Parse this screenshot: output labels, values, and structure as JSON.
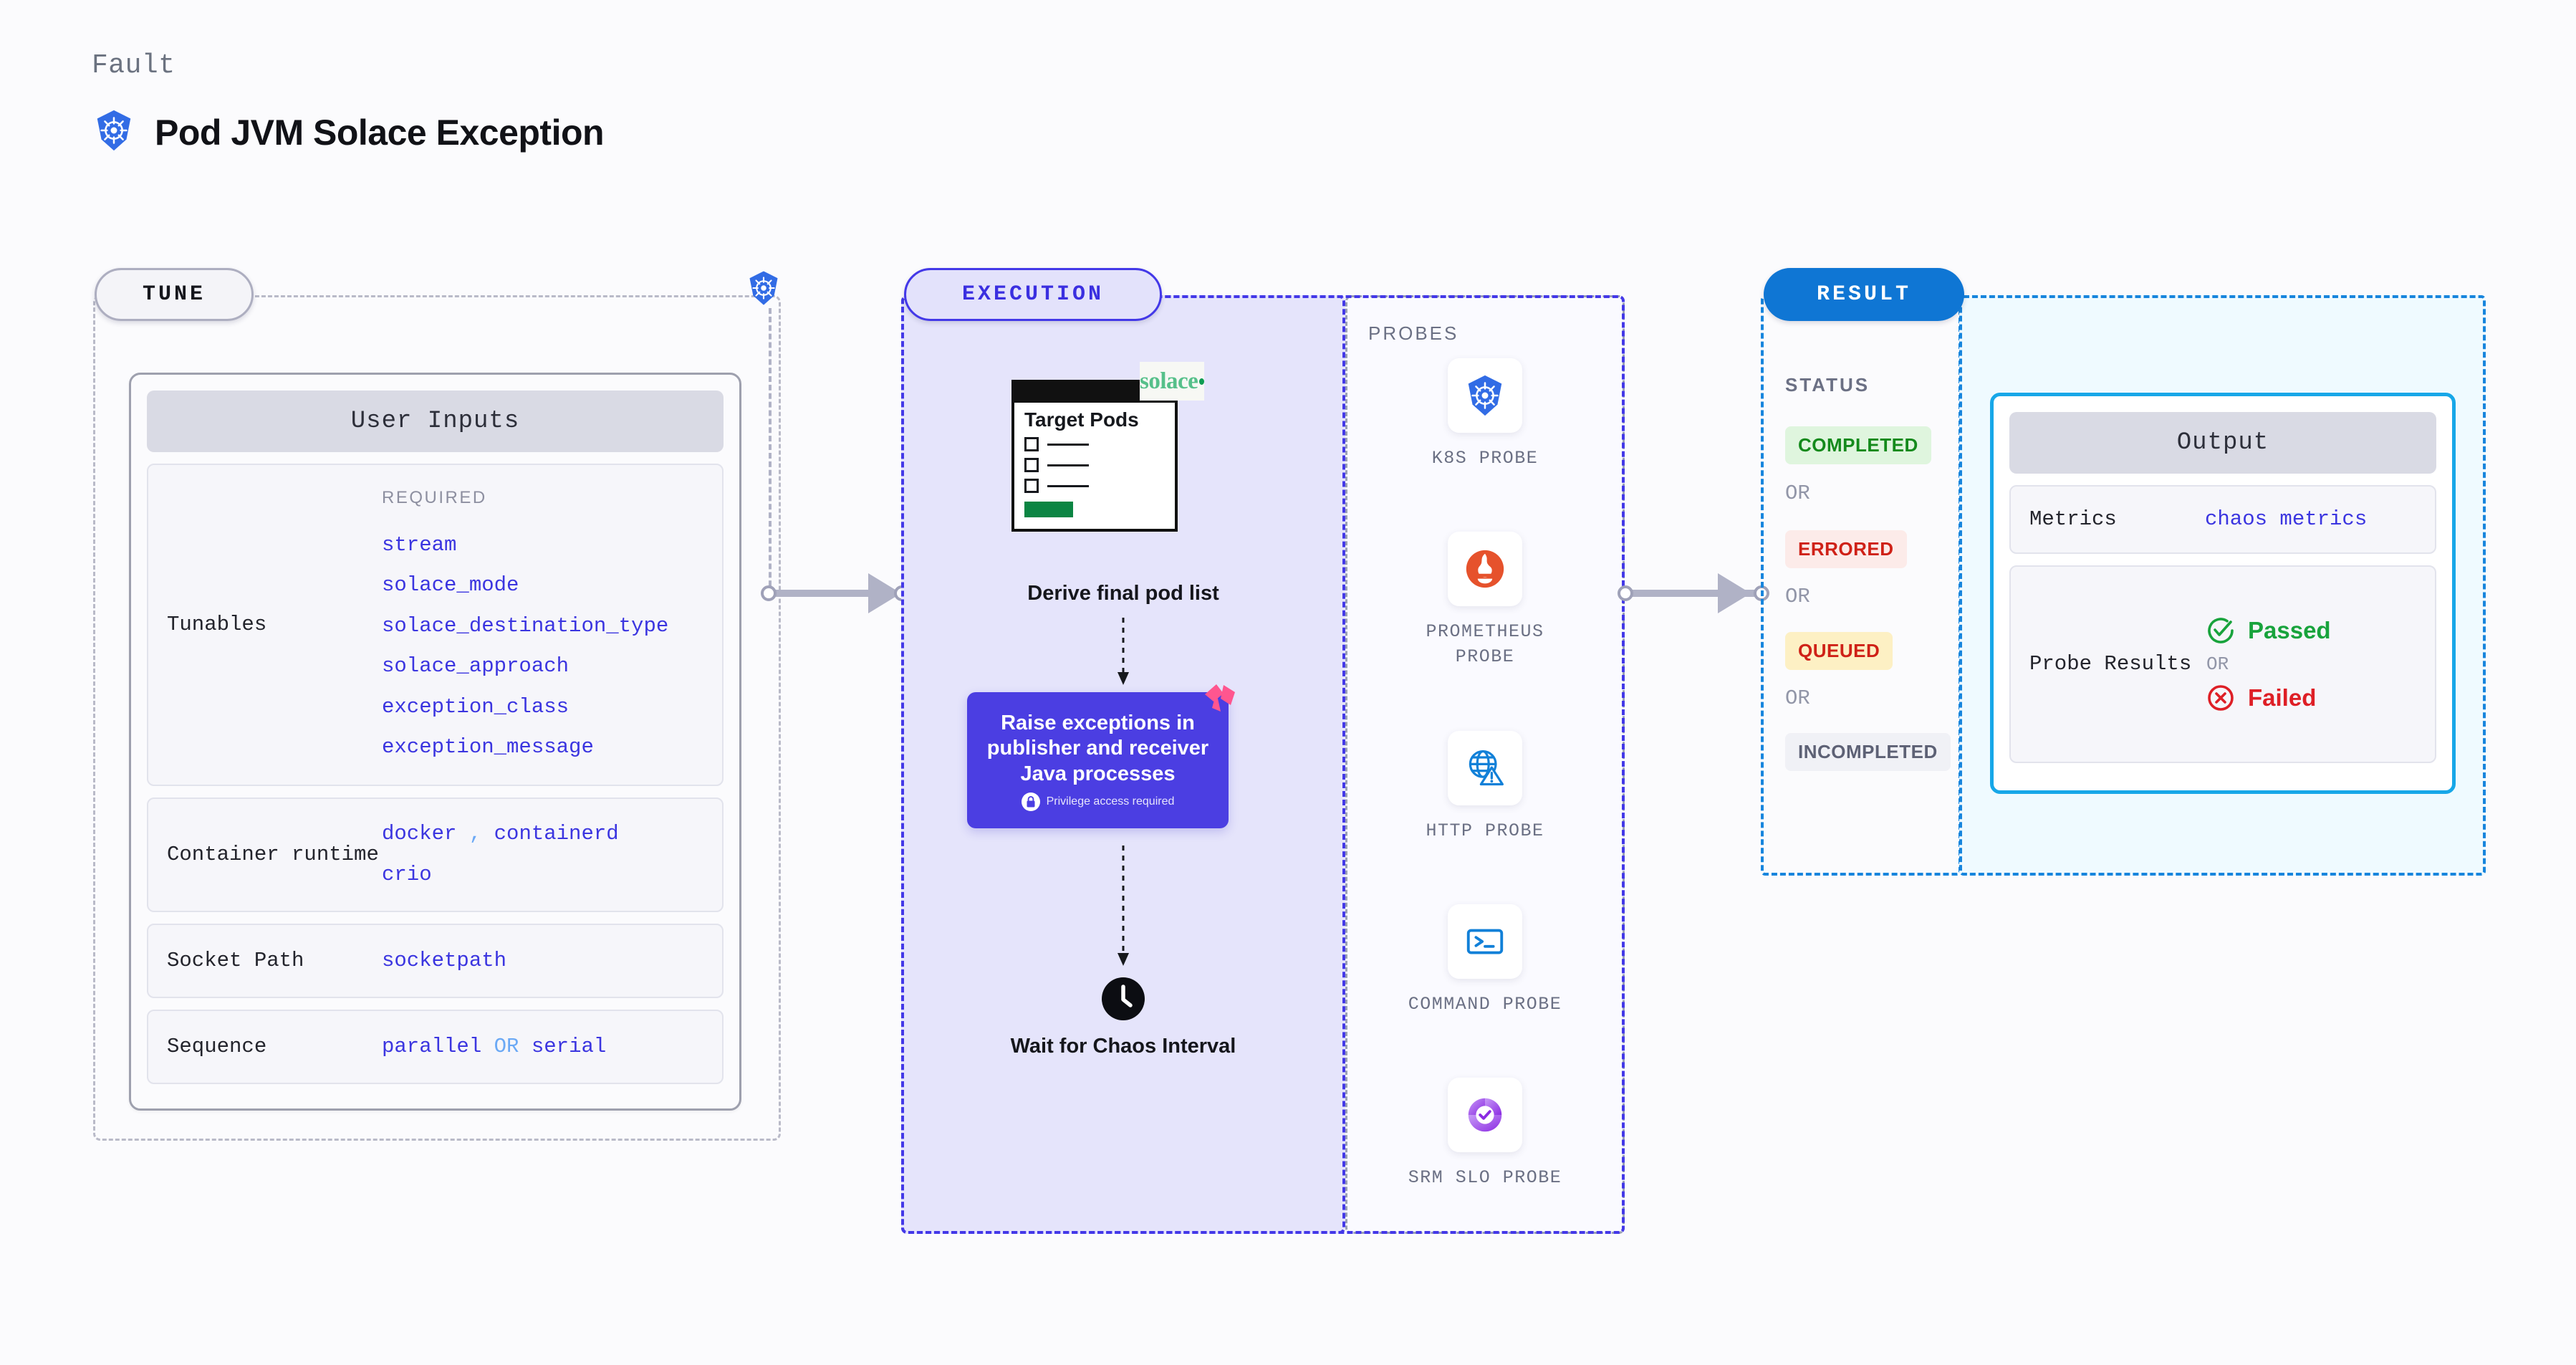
{
  "header": {
    "eyebrow": "Fault",
    "title": "Pod JVM Solace Exception",
    "icon": "kubernetes-icon"
  },
  "colors": {
    "accent_purple": "#4b3ee2",
    "accent_blue": "#1785dd",
    "result_badge_blue": "#0f76d4",
    "k8s_blue": "#326ce5",
    "prometheus_orange": "#e6522c",
    "solace_green": "#56c08a",
    "litmus_pink": "#ff568f",
    "value_text": "#3b35e0",
    "or_keyword": "#6ba9f5",
    "muted_text": "#6b7084"
  },
  "tune": {
    "badge": "TUNE",
    "card_title": "User Inputs",
    "rows": [
      {
        "label": "Tunables",
        "required_label": "REQUIRED",
        "values": [
          "stream",
          "solace_mode",
          "solace_destination_type",
          "solace_approach",
          "exception_class",
          "exception_message"
        ]
      },
      {
        "label": "Container runtime",
        "values": [
          "docker",
          "containerd",
          "crio"
        ],
        "separator": ","
      },
      {
        "label": "Socket Path",
        "values": [
          "socketpath"
        ]
      },
      {
        "label": "Sequence",
        "values": [
          "parallel",
          "serial"
        ],
        "separator": "OR"
      }
    ]
  },
  "execution": {
    "badge": "EXECUTION",
    "steps": [
      {
        "name": "derive-final-pod-list",
        "label": "Derive final pod list"
      },
      {
        "name": "raise-exceptions",
        "label": "Raise exceptions in publisher and receiver Java processes",
        "note": "Privilege access required",
        "note_icon": "lock-icon"
      },
      {
        "name": "wait-for-chaos-interval",
        "label": "Wait for Chaos Interval",
        "icon": "clock-icon"
      }
    ],
    "pods_card": {
      "title": "Target Pods",
      "items": 3,
      "brand": "solace"
    },
    "probes": {
      "label": "PROBES",
      "items": [
        {
          "name": "k8s-probe",
          "label": "K8S PROBE",
          "icon": "kubernetes-icon"
        },
        {
          "name": "prometheus-probe",
          "label": "PROMETHEUS PROBE",
          "icon": "prometheus-icon"
        },
        {
          "name": "http-probe",
          "label": "HTTP PROBE",
          "icon": "globe-warning-icon"
        },
        {
          "name": "command-probe",
          "label": "COMMAND PROBE",
          "icon": "terminal-icon"
        },
        {
          "name": "srm-slo-probe",
          "label": "SRM SLO PROBE",
          "icon": "slo-donut-icon"
        }
      ]
    }
  },
  "result": {
    "badge": "RESULT",
    "status_label": "STATUS",
    "statuses": [
      {
        "label": "COMPLETED",
        "bg": "#dff5de",
        "fg": "#148a1c"
      },
      {
        "label": "ERRORED",
        "bg": "#fcebe9",
        "fg": "#cf2117"
      },
      {
        "label": "QUEUED",
        "bg": "#fdf0c4",
        "fg": "#cf2117"
      },
      {
        "label": "INCOMPLETED",
        "bg": "#f0f1f6",
        "fg": "#5d6175"
      }
    ],
    "or_separator": "OR",
    "output": {
      "title": "Output",
      "rows": [
        {
          "label": "Metrics",
          "value": "chaos metrics"
        },
        {
          "label": "Probe Results",
          "pass": "Passed",
          "fail": "Failed",
          "separator": "OR"
        }
      ]
    }
  }
}
